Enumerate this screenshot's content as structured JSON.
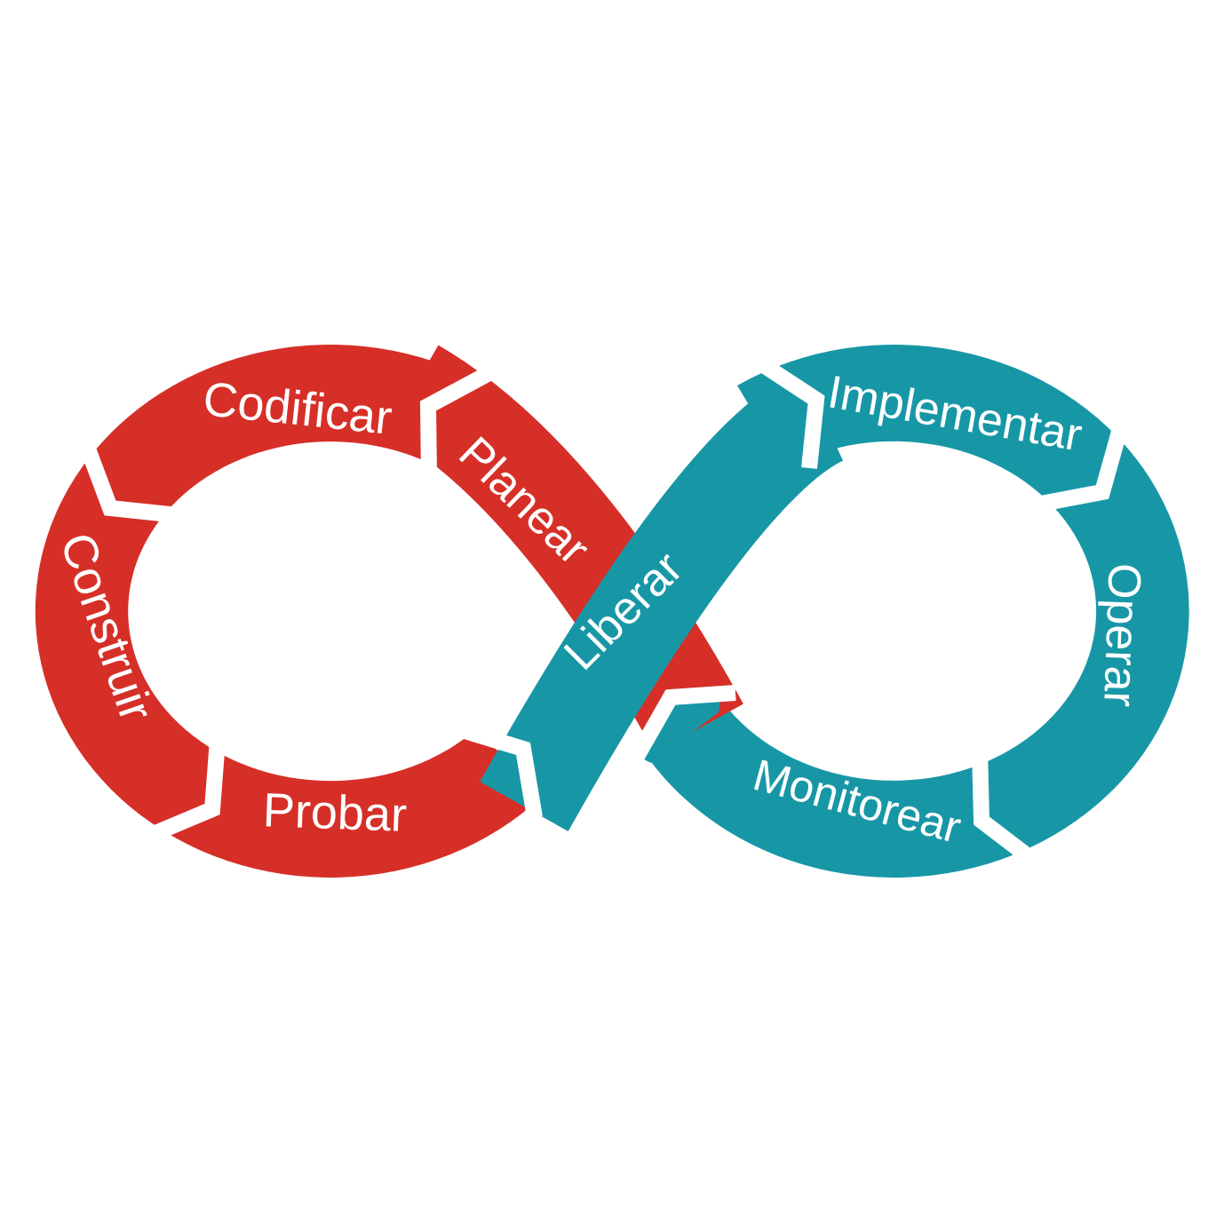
{
  "diagram": {
    "type": "devops-infinity-loop",
    "background_color": "#FFFFFF",
    "label_color": "#FFFFFF",
    "dev_loop": {
      "color": "#D62F28",
      "stages": [
        "Planear",
        "Codificar",
        "Construir",
        "Probar"
      ]
    },
    "ops_loop": {
      "color": "#1797A6",
      "stages": [
        "Liberar",
        "Implementar",
        "Operar",
        "Monitorear"
      ]
    },
    "labels": {
      "planear": "Planear",
      "codificar": "Codificar",
      "construir": "Construir",
      "probar": "Probar",
      "liberar": "Liberar",
      "implementar": "Implementar",
      "operar": "Operar",
      "monitorear": "Monitorear"
    },
    "flow_sequence": [
      "Planear",
      "Codificar",
      "Construir",
      "Probar",
      "Liberar",
      "Implementar",
      "Operar",
      "Monitorear"
    ]
  }
}
